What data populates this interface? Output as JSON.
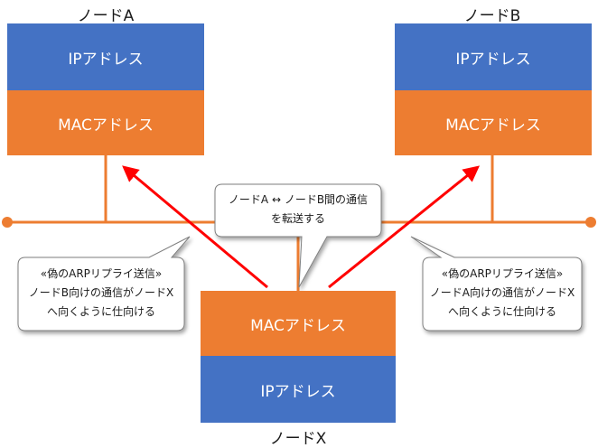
{
  "nodes": {
    "a": {
      "label": "ノードA",
      "ip": "IPアドレス",
      "mac": "MACアドレス"
    },
    "b": {
      "label": "ノードB",
      "ip": "IPアドレス",
      "mac": "MACアドレス"
    },
    "x": {
      "label": "ノードX",
      "ip": "IPアドレス",
      "mac": "MACアドレス"
    }
  },
  "callouts": {
    "center": {
      "line1": "ノードA ↔ ノードB間の通信",
      "line2": "を転送する"
    },
    "left": {
      "line1": "«偽のARPリプライ送信»",
      "line2": "ノードB向けの通信がノードX",
      "line3": "へ向くように仕向ける"
    },
    "right": {
      "line1": "«偽のARPリプライ送信»",
      "line2": "ノードA向けの通信がノードX",
      "line3": "へ向くように仕向ける"
    }
  },
  "colors": {
    "ip": "#4472c4",
    "mac": "#ed7d31",
    "network_line": "#ed7d31",
    "arrow": "#ff0000"
  }
}
